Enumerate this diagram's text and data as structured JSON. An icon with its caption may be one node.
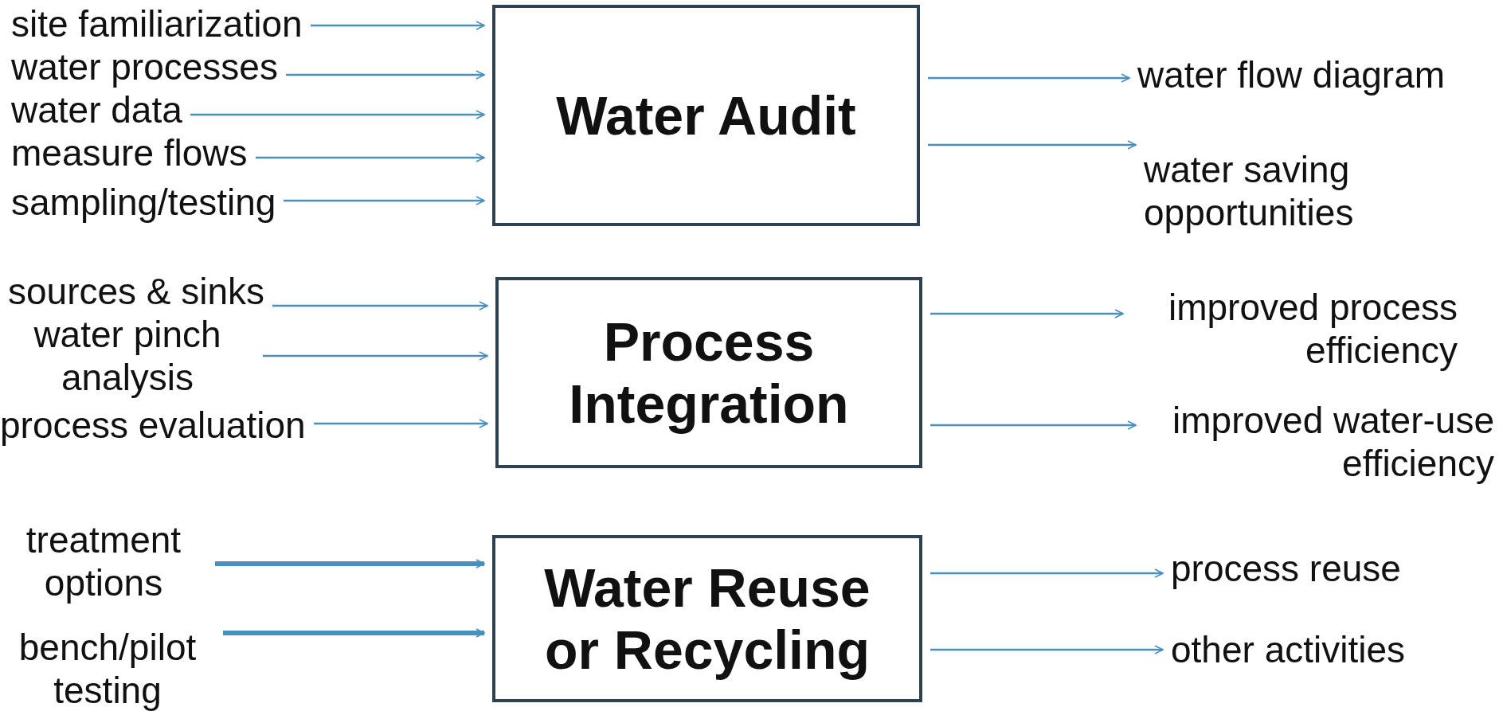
{
  "diagram": {
    "nodes": [
      {
        "text": [
          "site familiarization"
        ]
      },
      {
        "text": [
          "water processes"
        ]
      },
      {
        "text": [
          "water data"
        ]
      },
      {
        "text": [
          "measure flows"
        ]
      },
      {
        "text": [
          "sampling/testing"
        ]
      },
      {
        "text": [
          "Water Audit"
        ]
      },
      {
        "text": [
          "water flow diagram"
        ]
      },
      {
        "text": [
          "water saving opportunities"
        ]
      },
      {
        "text": [
          "sources & sinks"
        ]
      },
      {
        "text": [
          "water pinch analysis"
        ]
      },
      {
        "text": [
          "process evaluation"
        ]
      },
      {
        "text": [
          "Process Integration"
        ]
      },
      {
        "text": [
          "improved process efficiency"
        ]
      },
      {
        "text": [
          "improved water-use efficiency"
        ]
      },
      {
        "text": [
          "treatment options"
        ]
      },
      {
        "text": [
          "bench/pilot testing"
        ]
      },
      {
        "text": [
          "Water Reuse or Recycling"
        ]
      },
      {
        "text": [
          "process reuse"
        ]
      },
      {
        "text": [
          "other activities"
        ]
      }
    ],
    "edges": [
      {
        "from": 0,
        "to": 5,
        "arrow": "to"
      },
      {
        "from": 1,
        "to": 5,
        "arrow": "to"
      },
      {
        "from": 2,
        "to": 5,
        "arrow": "to"
      },
      {
        "from": 3,
        "to": 5,
        "arrow": "to"
      },
      {
        "from": 4,
        "to": 5,
        "arrow": "to"
      },
      {
        "from": 5,
        "to": 6,
        "arrow": "to"
      },
      {
        "from": 5,
        "to": 7,
        "arrow": "to"
      },
      {
        "from": 8,
        "to": 11,
        "arrow": "to"
      },
      {
        "from": 9,
        "to": 11,
        "arrow": "to"
      },
      {
        "from": 10,
        "to": 11,
        "arrow": "to"
      },
      {
        "from": 11,
        "to": 12,
        "arrow": "to"
      },
      {
        "from": 11,
        "to": 13,
        "arrow": "to"
      },
      {
        "from": 14,
        "to": 16,
        "arrow": "to",
        "style": "thick"
      },
      {
        "from": 15,
        "to": 16,
        "arrow": "to",
        "style": "thick"
      },
      {
        "from": 16,
        "to": 17,
        "arrow": "to"
      },
      {
        "from": 16,
        "to": 18,
        "arrow": "to"
      }
    ]
  }
}
